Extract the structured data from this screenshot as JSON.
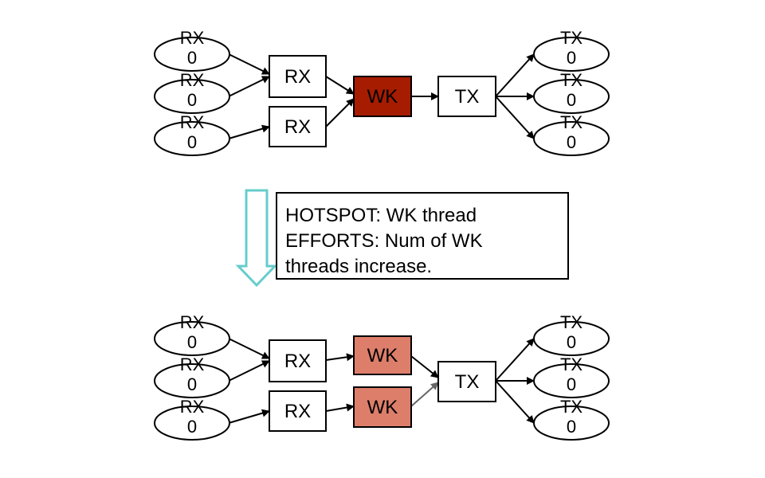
{
  "colors": {
    "stroke": "#000000",
    "worker_hot": "#a61c00",
    "worker_scaled": "#dd7e6b",
    "transition_arrow": "#66cccc",
    "added_edge": "#666666"
  },
  "before": {
    "rx_ports": [
      {
        "line1": "RX",
        "line2": "0"
      },
      {
        "line1": "RX",
        "line2": "0"
      },
      {
        "line1": "RX",
        "line2": "0"
      }
    ],
    "rx_threads": [
      {
        "label": "RX"
      },
      {
        "label": "RX"
      }
    ],
    "wk_threads": [
      {
        "label": "WK"
      }
    ],
    "tx_thread": {
      "label": "TX"
    },
    "tx_ports": [
      {
        "line1": "TX",
        "line2": "0"
      },
      {
        "line1": "TX",
        "line2": "0"
      },
      {
        "line1": "TX",
        "line2": "0"
      }
    ]
  },
  "note": {
    "line1": "HOTSPOT: WK thread",
    "line2": "EFFORTS: Num of WK",
    "line3": "threads increase."
  },
  "after": {
    "rx_ports": [
      {
        "line1": "RX",
        "line2": "0"
      },
      {
        "line1": "RX",
        "line2": "0"
      },
      {
        "line1": "RX",
        "line2": "0"
      }
    ],
    "rx_threads": [
      {
        "label": "RX"
      },
      {
        "label": "RX"
      }
    ],
    "wk_threads": [
      {
        "label": "WK"
      },
      {
        "label": "WK"
      }
    ],
    "tx_thread": {
      "label": "TX"
    },
    "tx_ports": [
      {
        "line1": "TX",
        "line2": "0"
      },
      {
        "line1": "TX",
        "line2": "0"
      },
      {
        "line1": "TX",
        "line2": "0"
      }
    ]
  }
}
